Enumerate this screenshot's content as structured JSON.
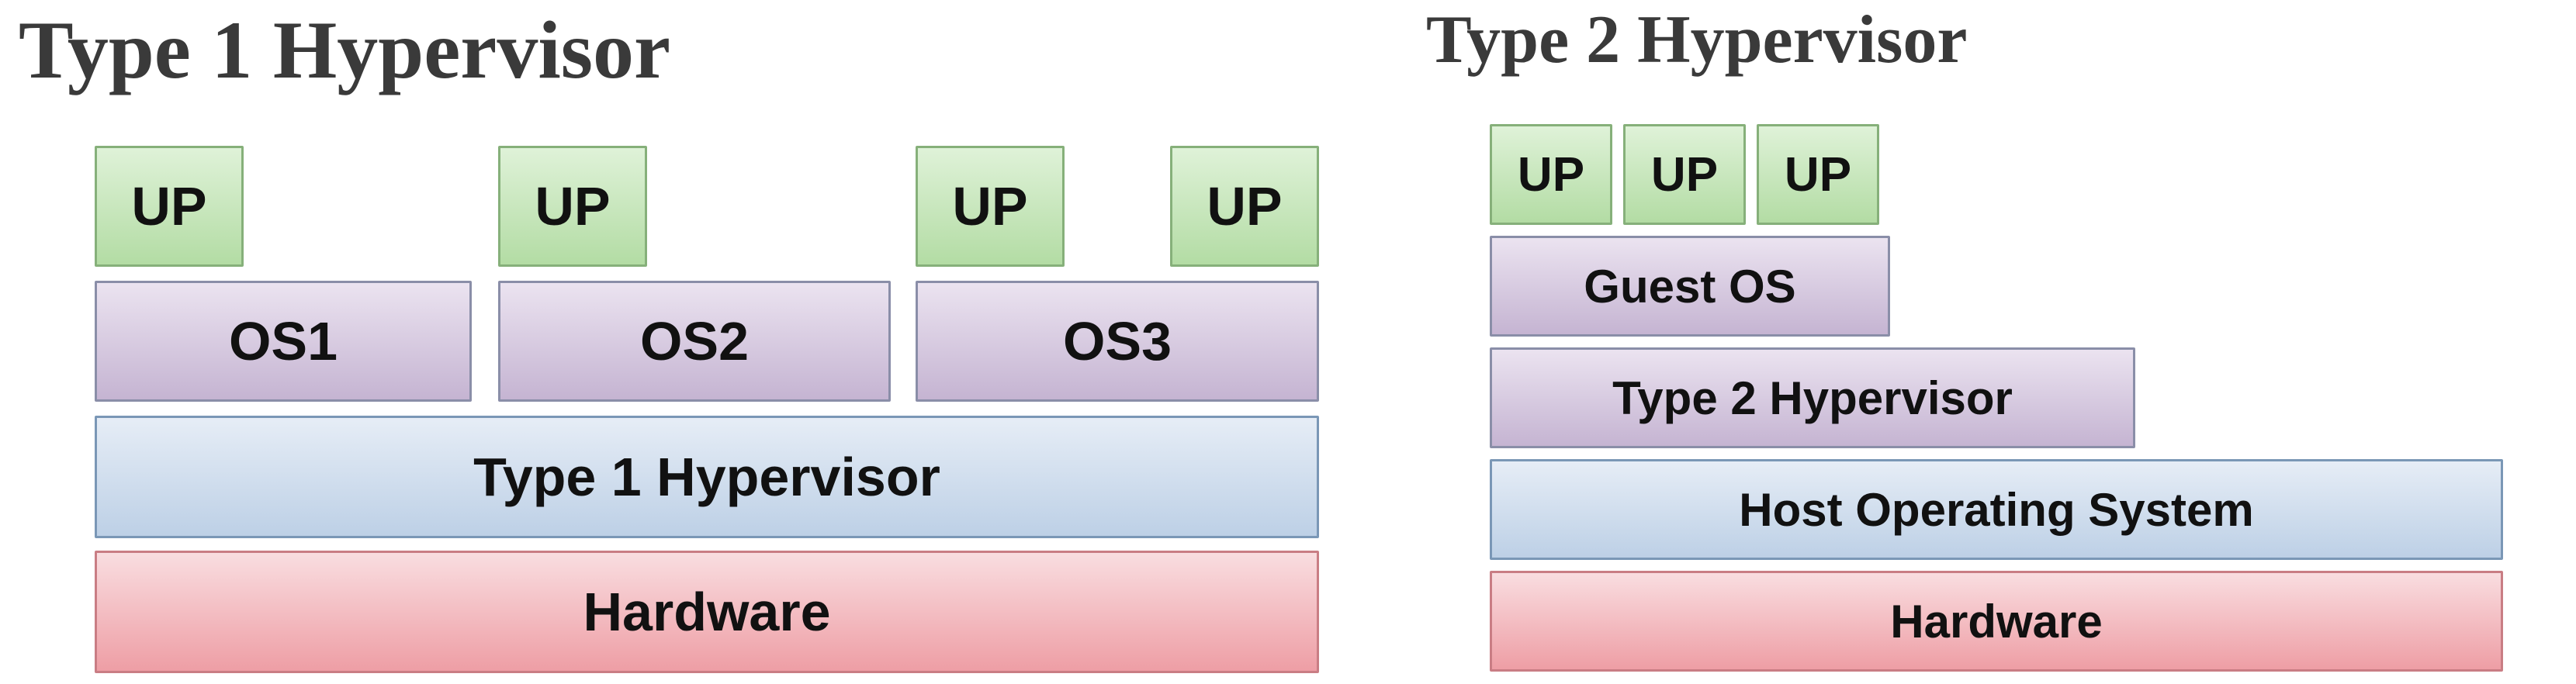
{
  "type1": {
    "title": "Type 1 Hypervisor",
    "ups": [
      "UP",
      "UP",
      "UP",
      "UP"
    ],
    "os": [
      "OS1",
      "OS2",
      "OS3"
    ],
    "hypervisor": "Type 1 Hypervisor",
    "hardware": "Hardware"
  },
  "type2": {
    "title": "Type 2 Hypervisor",
    "ups": [
      "UP",
      "UP",
      "UP"
    ],
    "guest_os": "Guest OS",
    "hypervisor": "Type 2 Hypervisor",
    "host_os": "Host Operating System",
    "hardware": "Hardware"
  },
  "colors": {
    "up": "#c6e6bb",
    "os": "#d8cce2",
    "hypervisor": "#d3e0ef",
    "hardware": "#f4c2c6",
    "title": "#3a3a3a"
  }
}
